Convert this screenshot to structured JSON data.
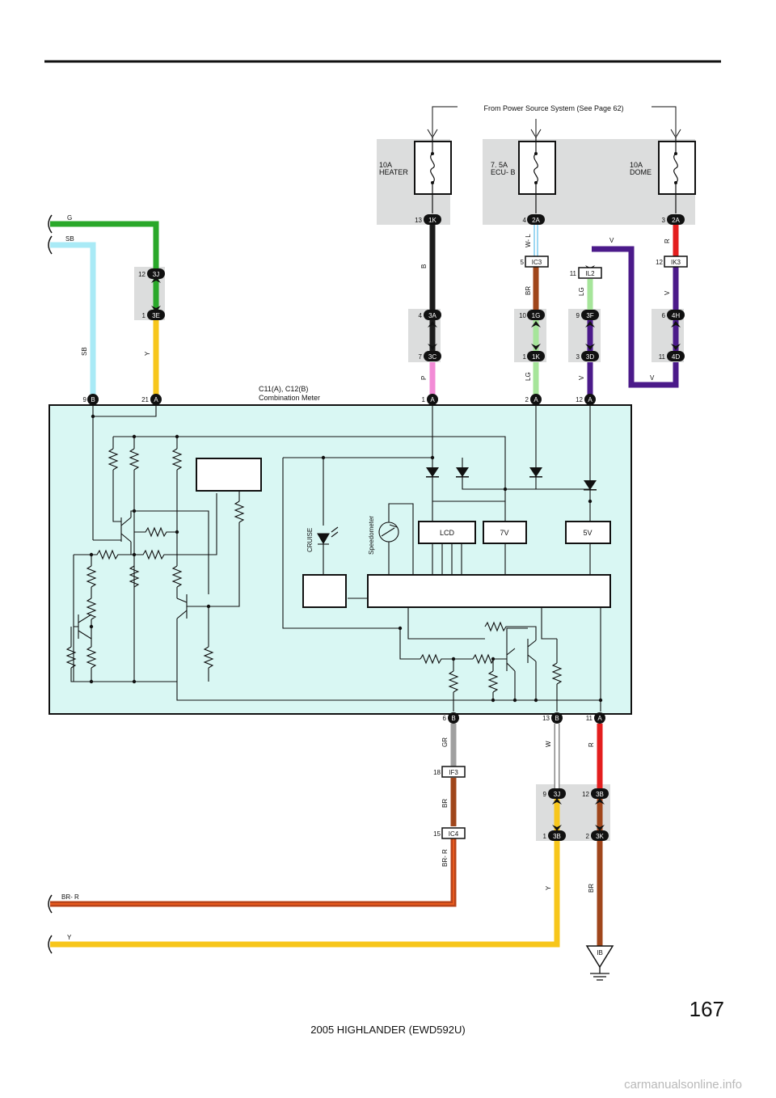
{
  "source_note": "From Power Source System (See Page 62)",
  "fuses": [
    {
      "amp": "10A",
      "name": "HEATER"
    },
    {
      "amp": "7. 5A",
      "name": "ECU- B"
    },
    {
      "amp": "10A",
      "name": "DOME"
    }
  ],
  "wires": {
    "g": "G",
    "sb": "SB",
    "sb2": "SB",
    "y1": "Y",
    "b": "B",
    "p": "P",
    "wl": "W- L",
    "br1": "BR",
    "lg1": "LG",
    "lg2": "LG",
    "v1": "V",
    "v2": "V",
    "v3": "V",
    "r1": "R",
    "v4": "V",
    "gr": "GR",
    "br2": "BR",
    "brr": "BR- R",
    "w": "W",
    "r2": "R",
    "y2": "Y",
    "br3": "BR",
    "brr_left": "BR- R",
    "y_left": "Y"
  },
  "connectors": {
    "c_1k_top": {
      "pin": "13",
      "code": "1K"
    },
    "c_2a_a": {
      "pin": "4",
      "code": "2A"
    },
    "c_2a_b": {
      "pin": "3",
      "code": "2A"
    },
    "c_3j_top": {
      "pin": "12",
      "code": "3J"
    },
    "c_3e": {
      "pin": "1",
      "code": "3E"
    },
    "c_3a": {
      "pin": "4",
      "code": "3A"
    },
    "c_3c": {
      "pin": "7",
      "code": "3C"
    },
    "c_ic3": {
      "pin": "5",
      "code": "IC3"
    },
    "c_1g": {
      "pin": "10",
      "code": "1G"
    },
    "c_1k_low": {
      "pin": "1",
      "code": "1K"
    },
    "c_il2": {
      "pin": "11",
      "code": "IL2"
    },
    "c_3f": {
      "pin": "9",
      "code": "3F"
    },
    "c_3d": {
      "pin": "3",
      "code": "3D"
    },
    "c_ik3": {
      "pin": "12",
      "code": "IK3"
    },
    "c_4h": {
      "pin": "6",
      "code": "4H"
    },
    "c_4d": {
      "pin": "11",
      "code": "4D"
    },
    "m_9b": {
      "pin": "9",
      "code": "B"
    },
    "m_21a": {
      "pin": "21",
      "code": "A"
    },
    "m_1a": {
      "pin": "1",
      "code": "A"
    },
    "m_2a": {
      "pin": "2",
      "code": "A"
    },
    "m_12a": {
      "pin": "12",
      "code": "A"
    },
    "m_6b": {
      "pin": "6",
      "code": "B"
    },
    "m_13b": {
      "pin": "13",
      "code": "B"
    },
    "m_11a": {
      "pin": "11",
      "code": "A"
    },
    "c_if3": {
      "pin": "18",
      "code": "IF3"
    },
    "c_ic4": {
      "pin": "15",
      "code": "IC4"
    },
    "c_3j_low": {
      "pin": "9",
      "code": "3J"
    },
    "c_3b_a": {
      "pin": "12",
      "code": "3B"
    },
    "c_3b_b": {
      "pin": "1",
      "code": "3B"
    },
    "c_3k": {
      "pin": "2",
      "code": "3K"
    }
  },
  "meter": {
    "name_line1": "C11(A), C12(B)",
    "name_line2": "Combination Meter",
    "cruise": "CRUISE",
    "speedometer": "Speedometer",
    "lcd": "LCD",
    "v7": "7V",
    "v5": "5V"
  },
  "ground": "IB",
  "page_number": "167",
  "footer": "2005 HIGHLANDER (EWD592U)",
  "watermark": "carmanualsonline.info"
}
